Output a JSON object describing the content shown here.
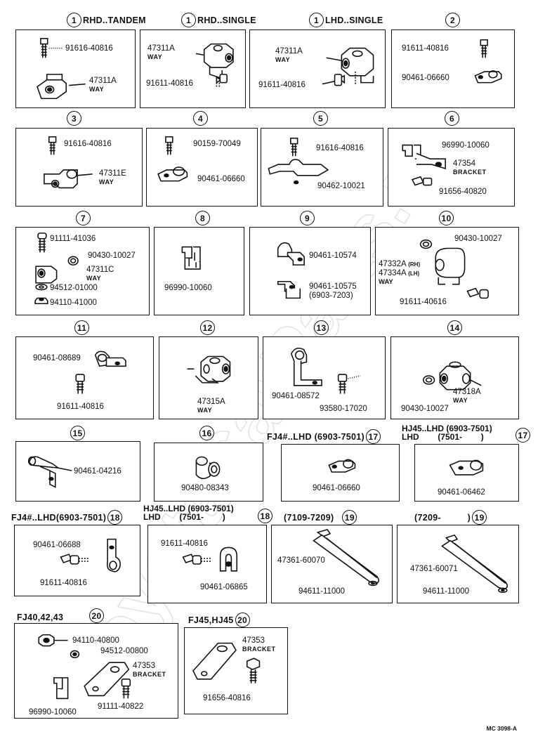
{
  "headers": {
    "h1a": {
      "num": "1",
      "text": "RHD..TANDEM"
    },
    "h1b": {
      "num": "1",
      "text": "RHD..SINGLE"
    },
    "h1c": {
      "num": "1",
      "text": "LHD..SINGLE"
    },
    "h2": {
      "num": "2"
    },
    "h3": {
      "num": "3"
    },
    "h4": {
      "num": "4"
    },
    "h5": {
      "num": "5"
    },
    "h6": {
      "num": "6"
    },
    "h7": {
      "num": "7"
    },
    "h8": {
      "num": "8"
    },
    "h9": {
      "num": "9"
    },
    "h10": {
      "num": "10"
    },
    "h11": {
      "num": "11"
    },
    "h12": {
      "num": "12"
    },
    "h13": {
      "num": "13"
    },
    "h14": {
      "num": "14"
    },
    "h15": {
      "num": "15"
    },
    "h16": {
      "num": "16"
    },
    "h17a": {
      "num": "17",
      "text": "FJ4#..LHD (6903-7501)"
    },
    "h17b": {
      "num": "17",
      "line1": "HJ45..LHD (6903-7501)",
      "line2": "LHD        (7501-        )"
    },
    "h18a": {
      "num": "18",
      "text": "FJ4#..LHD(6903-7501)"
    },
    "h18b": {
      "num": "18",
      "line1": "HJ45..LHD (6903-7501)",
      "line2": "LHD        (7501-        )"
    },
    "h19a": {
      "num": "19",
      "text": "(7109-7209)"
    },
    "h19b": {
      "num": "19",
      "text": "(7209-          )"
    },
    "h20a": {
      "num": "20",
      "text": "FJ40,42,43"
    },
    "h20b": {
      "num": "20",
      "text": "FJ45,HJ45"
    }
  },
  "labels": {
    "p1a_bolt": "91616-40816",
    "p1a_way": "47311A",
    "p1a_way_sub": "WAY",
    "p1b_way": "47311A",
    "p1b_way_sub": "WAY",
    "p1b_bolt": "91611-40816",
    "p1c_way": "47311A",
    "p1c_way_sub": "WAY",
    "p1c_bolt": "91611-40816",
    "p2_bolt": "91611-40816",
    "p2_clamp": "90461-06660",
    "p3_bolt": "91616-40816",
    "p3_way": "47311E",
    "p3_way_sub": "WAY",
    "p4_bolt": "90159-70049",
    "p4_clamp": "90461-06660",
    "p5_bolt": "91616-40816",
    "p5_clamp": "90462-10021",
    "p6_clip": "96990-10060",
    "p6_bracket": "47354",
    "p6_bracket_sub": "BRACKET",
    "p6_bolt": "91656-40820",
    "p7_bolt": "91111-41036",
    "p7_gasket": "90430-10027",
    "p7_way": "47311C",
    "p7_way_sub": "WAY",
    "p7_washer": "94512-01000",
    "p7_nut": "94110-41000",
    "p8_clip": "96990-10060",
    "p9_clamp1": "90461-10574",
    "p9_clamp2": "90461-10575",
    "p9_clamp2_note": "(6903-7203)",
    "p10_gasket": "90430-10027",
    "p10_way1": "47332A",
    "p10_way1_note": "(RH)",
    "p10_way2": "47334A",
    "p10_way2_note": "(LH)",
    "p10_way_sub": "WAY",
    "p10_bolt": "91611-40616",
    "p11_clamp": "90461-08689",
    "p11_bolt": "91611-40816",
    "p12_way": "47315A",
    "p12_way_sub": "WAY",
    "p13_clamp": "90461-08572",
    "p13_bolt": "93580-17020",
    "p14_way": "47318A",
    "p14_way_sub": "WAY",
    "p14_gasket": "90430-10027",
    "p15_clamp": "90461-04216",
    "p16_grommet": "90480-08343",
    "p17a_clamp": "90461-06660",
    "p17b_clamp": "90461-06462",
    "p18a_clamp": "90461-06688",
    "p18a_bolt": "91611-40816",
    "p18b_bolt": "91611-40816",
    "p18b_clamp": "90461-06865",
    "p19a_bracket": "47361-60070",
    "p19a_washer": "94611-11000",
    "p19b_bracket": "47361-60071",
    "p19b_washer": "94611-11000",
    "p20a_nut": "94110-40800",
    "p20a_washer": "94512-00800",
    "p20a_bracket": "47353",
    "p20a_bracket_sub": "BRACKET",
    "p20a_clip": "96990-10060",
    "p20a_bolt": "91111-40822",
    "p20b_bracket": "47353",
    "p20b_bracket_sub": "BRACKET",
    "p20b_bolt": "91656-40816"
  },
  "footer": "MC 3098-A",
  "watermark": "ToyotaCarParts.ru"
}
